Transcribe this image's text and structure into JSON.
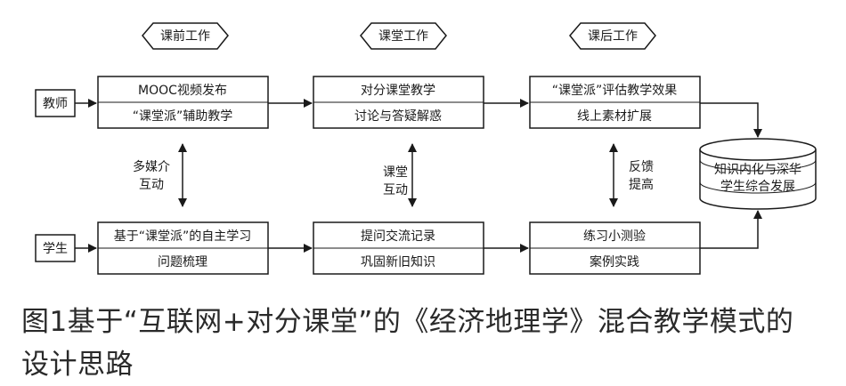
{
  "phases": [
    "课前工作",
    "课堂工作",
    "课后工作"
  ],
  "actors": {
    "teacher": "教师",
    "student": "学生"
  },
  "teacher_boxes": [
    {
      "line1": "MOOC视频发布",
      "line2": "“课堂派”辅助教学"
    },
    {
      "line1": "对分课堂教学",
      "line2": "讨论与答疑解惑"
    },
    {
      "line1": "“课堂派”评估教学效果",
      "line2": "线上素材扩展"
    }
  ],
  "student_boxes": [
    {
      "line1": "基于“课堂派”的自主学习",
      "line2": "问题梳理"
    },
    {
      "line1": "提问交流记录",
      "line2": "巩固新旧知识"
    },
    {
      "line1": "练习小测验",
      "line2": "案例实践"
    }
  ],
  "interactions": [
    {
      "line1": "多媒介",
      "line2": "互动"
    },
    {
      "line1": "课堂",
      "line2": "互动"
    },
    {
      "line1": "反馈",
      "line2": "提高"
    }
  ],
  "outcome": {
    "line1": "知识内化与深华",
    "line2": "学生综合发展"
  },
  "caption": {
    "line1": "图1基于“互联网+对分课堂”的《经济地理学》混合教学模式的",
    "line2": "设计思路"
  }
}
